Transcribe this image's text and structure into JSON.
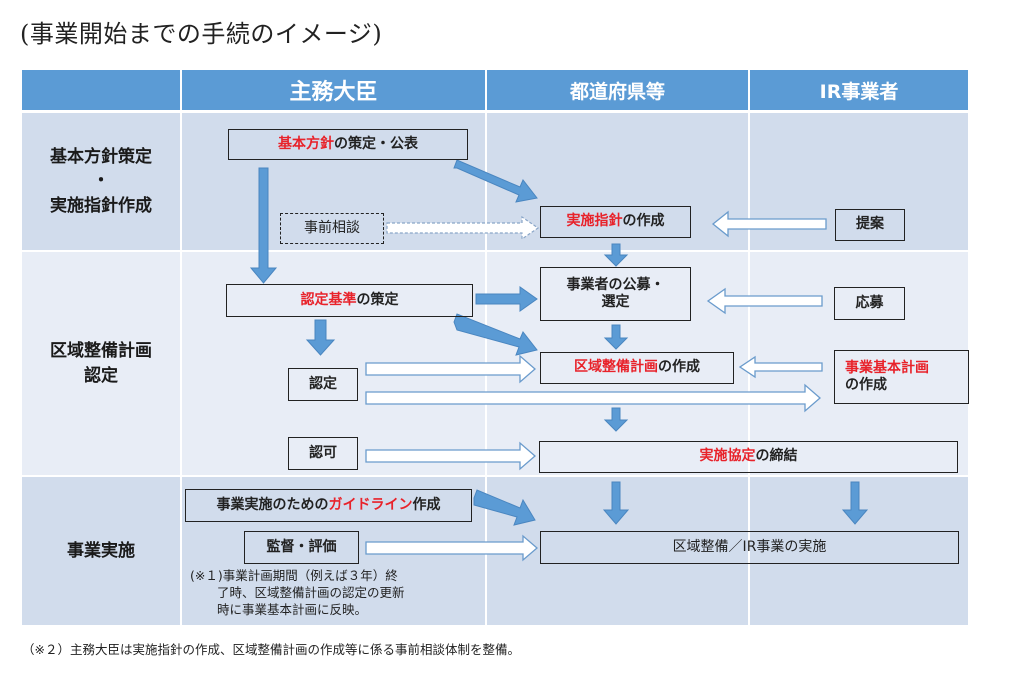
{
  "title": "(事業開始までの手続のイメージ)",
  "columns": [
    "",
    "主務大臣",
    "都道府県等",
    "IR事業者"
  ],
  "rows": [
    {
      "label_lines": [
        "基本方針策定",
        "・",
        "実施指針作成"
      ]
    },
    {
      "label_lines": [
        "区域整備計画",
        "認定"
      ]
    },
    {
      "label_lines": [
        "事業実施"
      ]
    }
  ],
  "boxes": {
    "basic_policy": {
      "red": "基本方針",
      "text": "の策定・公表"
    },
    "prior_consult": {
      "text": "事前相談"
    },
    "impl_guideline": {
      "red": "実施指針",
      "text": "の作成"
    },
    "proposal": {
      "text": "提案"
    },
    "cert_criteria": {
      "red": "認定基準",
      "text": "の策定"
    },
    "recruit_line1": "事業者の公募・",
    "recruit_line2": "選定",
    "apply": {
      "text": "応募"
    },
    "area_plan": {
      "red": "区域整備計画",
      "text": "の作成"
    },
    "biz_plan": {
      "red": "事業基本計画",
      "text": "の作成"
    },
    "certify": {
      "text": "認定"
    },
    "approve": {
      "text": "認可"
    },
    "impl_agreement": {
      "red": "実施協定",
      "text": "の締結"
    },
    "guideline": {
      "pre": "事業実施のための",
      "red": "ガイドライン",
      "text": "作成"
    },
    "supervise": {
      "text": "監督・評価"
    },
    "execution": {
      "text": "区域整備／IR事業の実施"
    }
  },
  "note1_lines": [
    "(※１)事業計画期間（例えば３年）終",
    "了時、区域整備計画の認定の更新",
    "時に事業基本計画に反映。"
  ],
  "footnote": "（※２）主務大臣は実施指針の作成、区域整備計画の作成等に係る事前相談体制を整備。",
  "colors": {
    "header": "#5b9bd5",
    "row_dark": "#d1dcec",
    "row_light": "#e8edf6",
    "arrow": "#5b9bd5",
    "highlight": "#e8222a"
  }
}
